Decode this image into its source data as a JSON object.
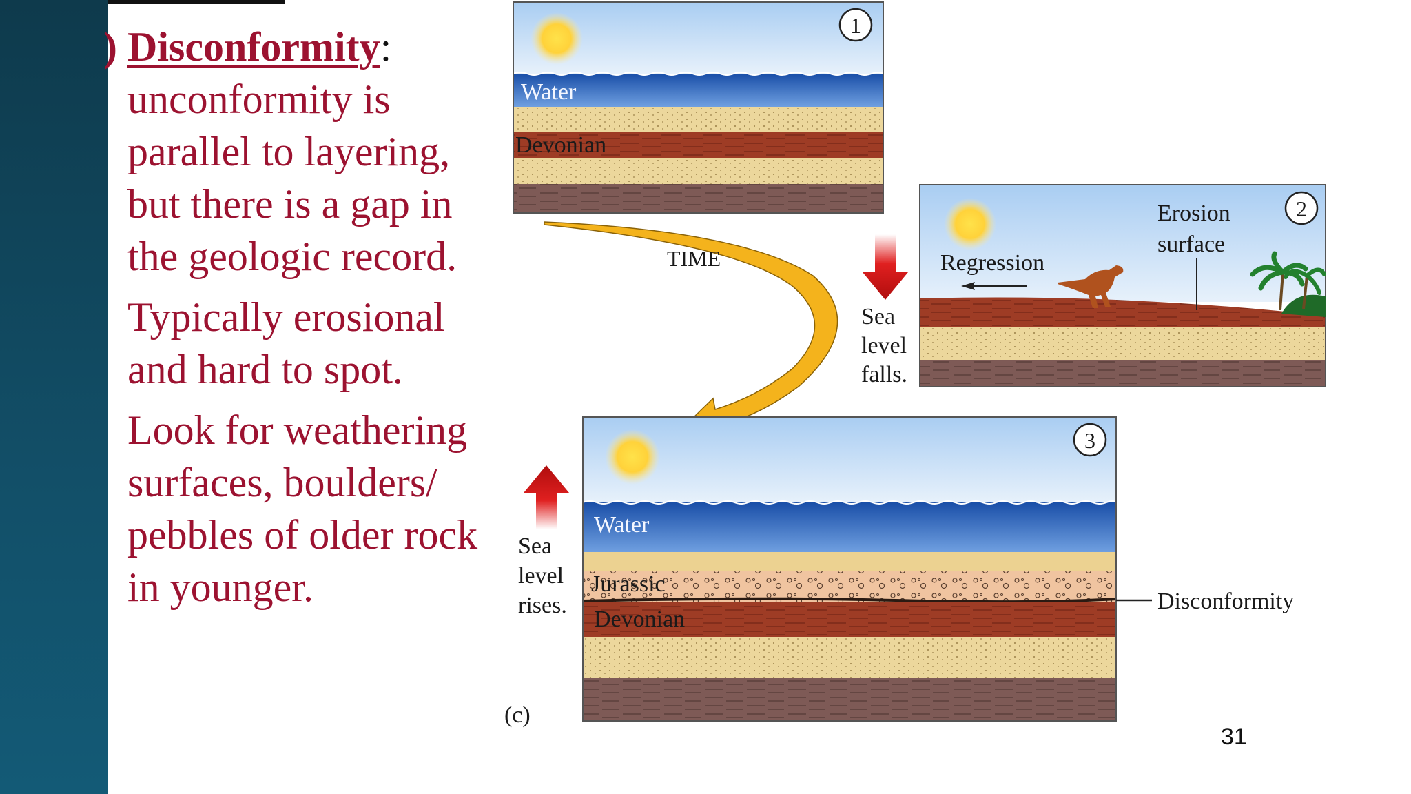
{
  "slide": {
    "bullet_marker": ")",
    "term": "Disconformity",
    "term_colon": ":",
    "paragraphs": [
      "unconformity is parallel to layering, but there is a gap in the geologic record.",
      "Typically erosional and hard to spot.",
      "Look for weathering surfaces, boulders/ pebbles of older rock in younger."
    ],
    "page_number": "31"
  },
  "diagram": {
    "panel1": {
      "number": "1",
      "water_label": "Water",
      "layer_label": "Devonian"
    },
    "panel2": {
      "number": "2",
      "regression_label": "Regression",
      "erosion_label_line1": "Erosion",
      "erosion_label_line2": "surface"
    },
    "panel3": {
      "number": "3",
      "water_label": "Water",
      "jurassic_label": "Jurassic",
      "devonian_label": "Devonian",
      "disconformity_label": "Disconformity"
    },
    "time_label": "TIME",
    "sea_falls": [
      "Sea",
      "level",
      "falls."
    ],
    "sea_rises": [
      "Sea",
      "level",
      "rises."
    ],
    "part_label": "(c)"
  },
  "colors": {
    "title_text": "#9c1230",
    "side_bar": "#124f68",
    "sky": "#bfd9f5",
    "water": "#1f5fb8",
    "sand": "#ead396",
    "red_rock": "#9c3b24",
    "basement": "#7a5652",
    "time_arrow": "#f2b01e",
    "sea_arrow": "#d01818"
  }
}
